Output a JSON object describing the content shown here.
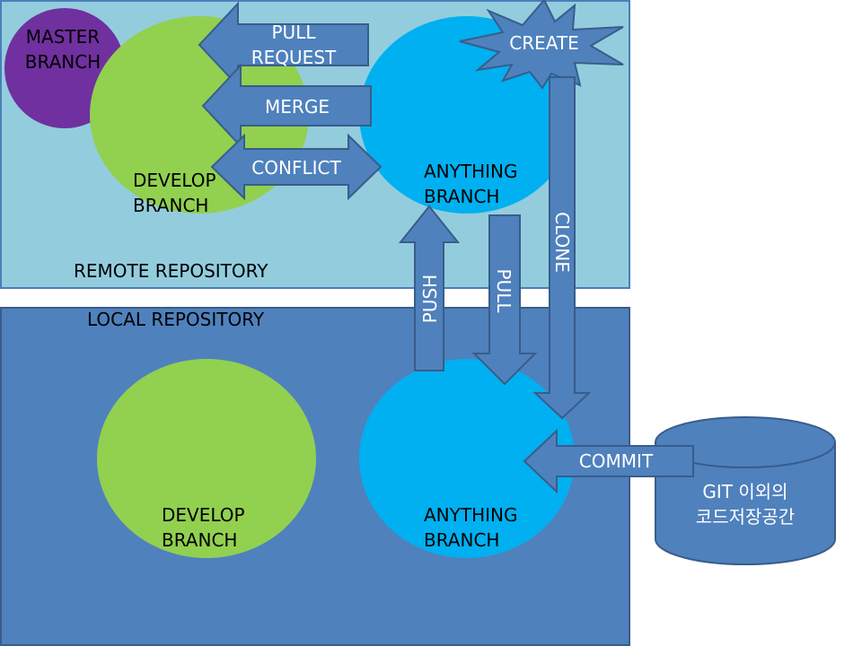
{
  "remote_repository": {
    "label": "REMOTE REPOSITORY"
  },
  "local_repository": {
    "label": "LOCAL REPOSITORY"
  },
  "remote": {
    "master_branch": {
      "line1": "MASTER",
      "line2": "BRANCH"
    },
    "develop_branch": {
      "line1": "DEVELOP",
      "line2": "BRANCH"
    },
    "anything_branch": {
      "line1": "ANYTHING",
      "line2": "BRANCH"
    }
  },
  "local": {
    "develop_branch": {
      "line1": "DEVELOP",
      "line2": "BRANCH"
    },
    "anything_branch": {
      "line1": "ANYTHING",
      "line2": "BRANCH"
    }
  },
  "actions": {
    "pull_request": {
      "line1": "PULL",
      "line2": "REQUEST"
    },
    "merge": "MERGE",
    "conflict": "CONFLICT",
    "create": "CREATE",
    "clone": "CLONE",
    "push": "PUSH",
    "pull": "PULL",
    "commit": "COMMIT"
  },
  "external_storage": {
    "line1": "GIT 이외의",
    "line2": "코드저장공간"
  },
  "colors": {
    "remote_bg": "#93cddd",
    "local_bg": "#4f81bd",
    "arrow": "#4f81bd",
    "master": "#7030a0",
    "develop": "#92d050",
    "anything": "#00b0f0"
  }
}
